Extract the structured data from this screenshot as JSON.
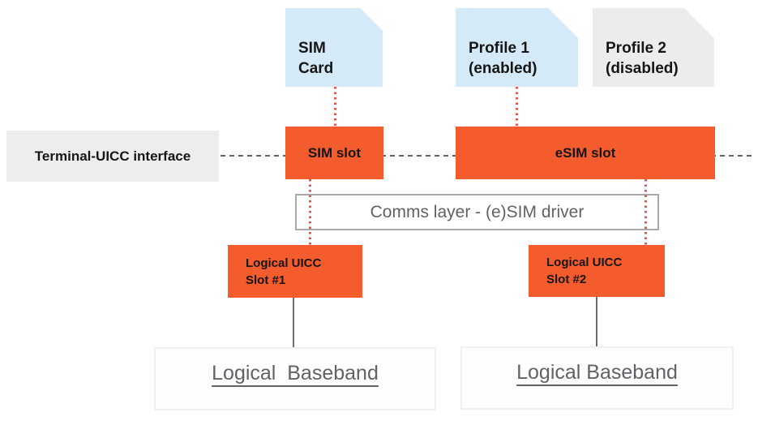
{
  "diagram": {
    "nodes": {
      "sim_card": {
        "label": "SIM\nCard"
      },
      "profile_1": {
        "label": "Profile 1\n(enabled)"
      },
      "profile_2": {
        "label": "Profile 2\n(disabled)"
      },
      "terminal_interface": {
        "label": "Terminal-UICC interface"
      },
      "sim_slot": {
        "label": "SIM slot"
      },
      "esim_slot": {
        "label": "eSIM slot"
      },
      "comms_layer": {
        "label": "Comms layer - (e)SIM driver"
      },
      "logical_uicc_slot_1": {
        "label": "Logical UICC\nSlot #1"
      },
      "logical_uicc_slot_2": {
        "label": "Logical UICC\nSlot #2"
      },
      "logical_baseband_1": {
        "label": "Logical  Baseband"
      },
      "logical_baseband_2": {
        "label": "Logical Baseband"
      }
    },
    "connectors": [
      {
        "from": "sim_card",
        "to": "sim_slot",
        "style": "red-dotted"
      },
      {
        "from": "profile_1",
        "to": "esim_slot",
        "style": "red-dotted"
      },
      {
        "from": "sim_slot",
        "to": "logical_uicc_slot_1",
        "style": "red-dotted"
      },
      {
        "from": "esim_slot",
        "to": "logical_uicc_slot_2",
        "style": "red-dotted"
      },
      {
        "from": "logical_uicc_slot_1",
        "to": "logical_baseband_1",
        "style": "gray-solid"
      },
      {
        "from": "logical_uicc_slot_2",
        "to": "logical_baseband_2",
        "style": "gray-solid"
      },
      {
        "from": "terminal_interface",
        "to": "right-edge",
        "style": "gray-dashed"
      }
    ],
    "colors": {
      "slot_orange": "#F45B2D",
      "card_blue": "#D5EAF8",
      "card_gray": "#ECECEC",
      "label_gray_bg": "#EDEDED",
      "muted_text": "#5F6368",
      "red_dotted": "#E3544A",
      "dashed_line": "#5F6368",
      "solid_connector": "#6E6E6E",
      "comms_border": "#A9A9A9",
      "baseband_border": "#F0F0F0",
      "text_black": "#161616",
      "background": "#FFFFFF"
    }
  }
}
